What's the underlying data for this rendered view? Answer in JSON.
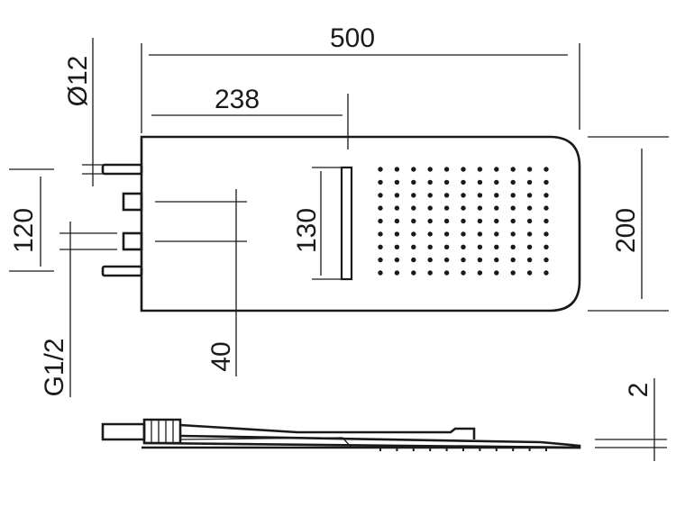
{
  "dimensions": {
    "width": "500",
    "inset": "238",
    "pipe_diameter": "Ø12",
    "inlet_spacing": "120",
    "blade_height": "130",
    "depth": "200",
    "inlet_offset": "40",
    "thread": "G1/2",
    "thickness": "2"
  },
  "nozzle_grid": {
    "rows": 9,
    "cols": 11
  }
}
